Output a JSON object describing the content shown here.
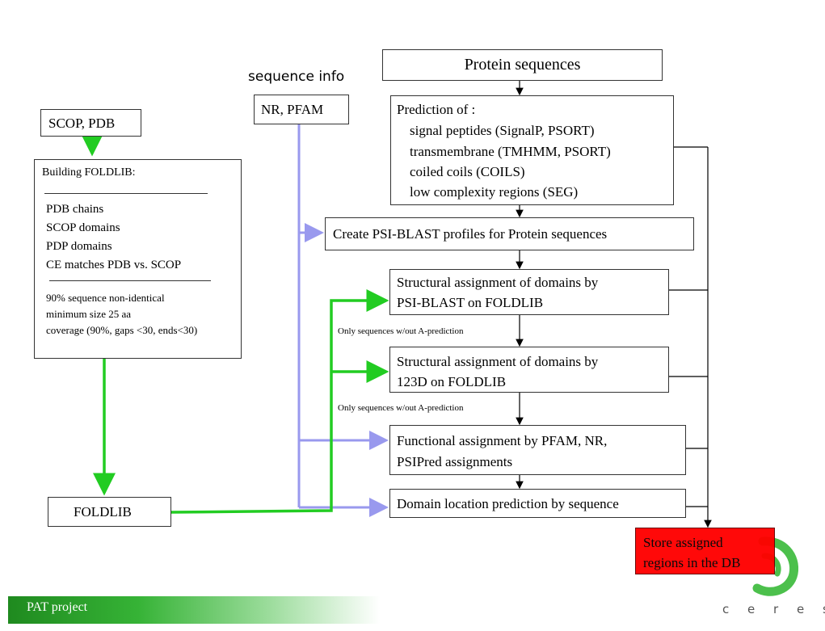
{
  "header": {
    "sequence_info": "sequence info"
  },
  "boxes": {
    "protein_sequences": "Protein sequences",
    "nr_pfam": "NR, PFAM",
    "scop_pdb": "SCOP, PDB",
    "prediction": {
      "title": "Prediction of :",
      "items": [
        "signal peptides (SignalP, PSORT)",
        "transmembrane (TMHMM, PSORT)",
        "coiled coils (COILS)",
        "low complexity regions (SEG)"
      ]
    },
    "foldlib_build": {
      "title": "Building FOLDLIB:",
      "items": [
        "PDB chains",
        "SCOP domains",
        "PDP domains",
        "CE matches PDB vs. SCOP"
      ],
      "criteria": [
        "90% sequence non-identical",
        "minimum  size 25 aa",
        "coverage (90%, gaps <30, ends<30)"
      ]
    },
    "psi_blast_profiles": "Create PSI-BLAST profiles for Protein sequences",
    "struct_psiblast": [
      "Structural assignment of domains by",
      "PSI-BLAST on FOLDLIB"
    ],
    "struct_123d": [
      "Structural assignment of domains by",
      "123D on FOLDLIB"
    ],
    "functional": [
      "Functional assignment by PFAM, NR,",
      "PSIPred assignments"
    ],
    "domain_location": "Domain location prediction by sequence",
    "foldlib": "FOLDLIB",
    "store": [
      "Store assigned",
      "regions in the DB"
    ]
  },
  "notes": {
    "note1": "Only sequences w/out A-prediction",
    "note2": "Only sequences w/out A-prediction"
  },
  "footer": {
    "project": "PAT project",
    "logo_text": "c e r e s"
  },
  "colors": {
    "green": "#22cc22",
    "lavender": "#9999ee",
    "store_red": "#ff0000",
    "logo_green": "#4cc04c"
  }
}
